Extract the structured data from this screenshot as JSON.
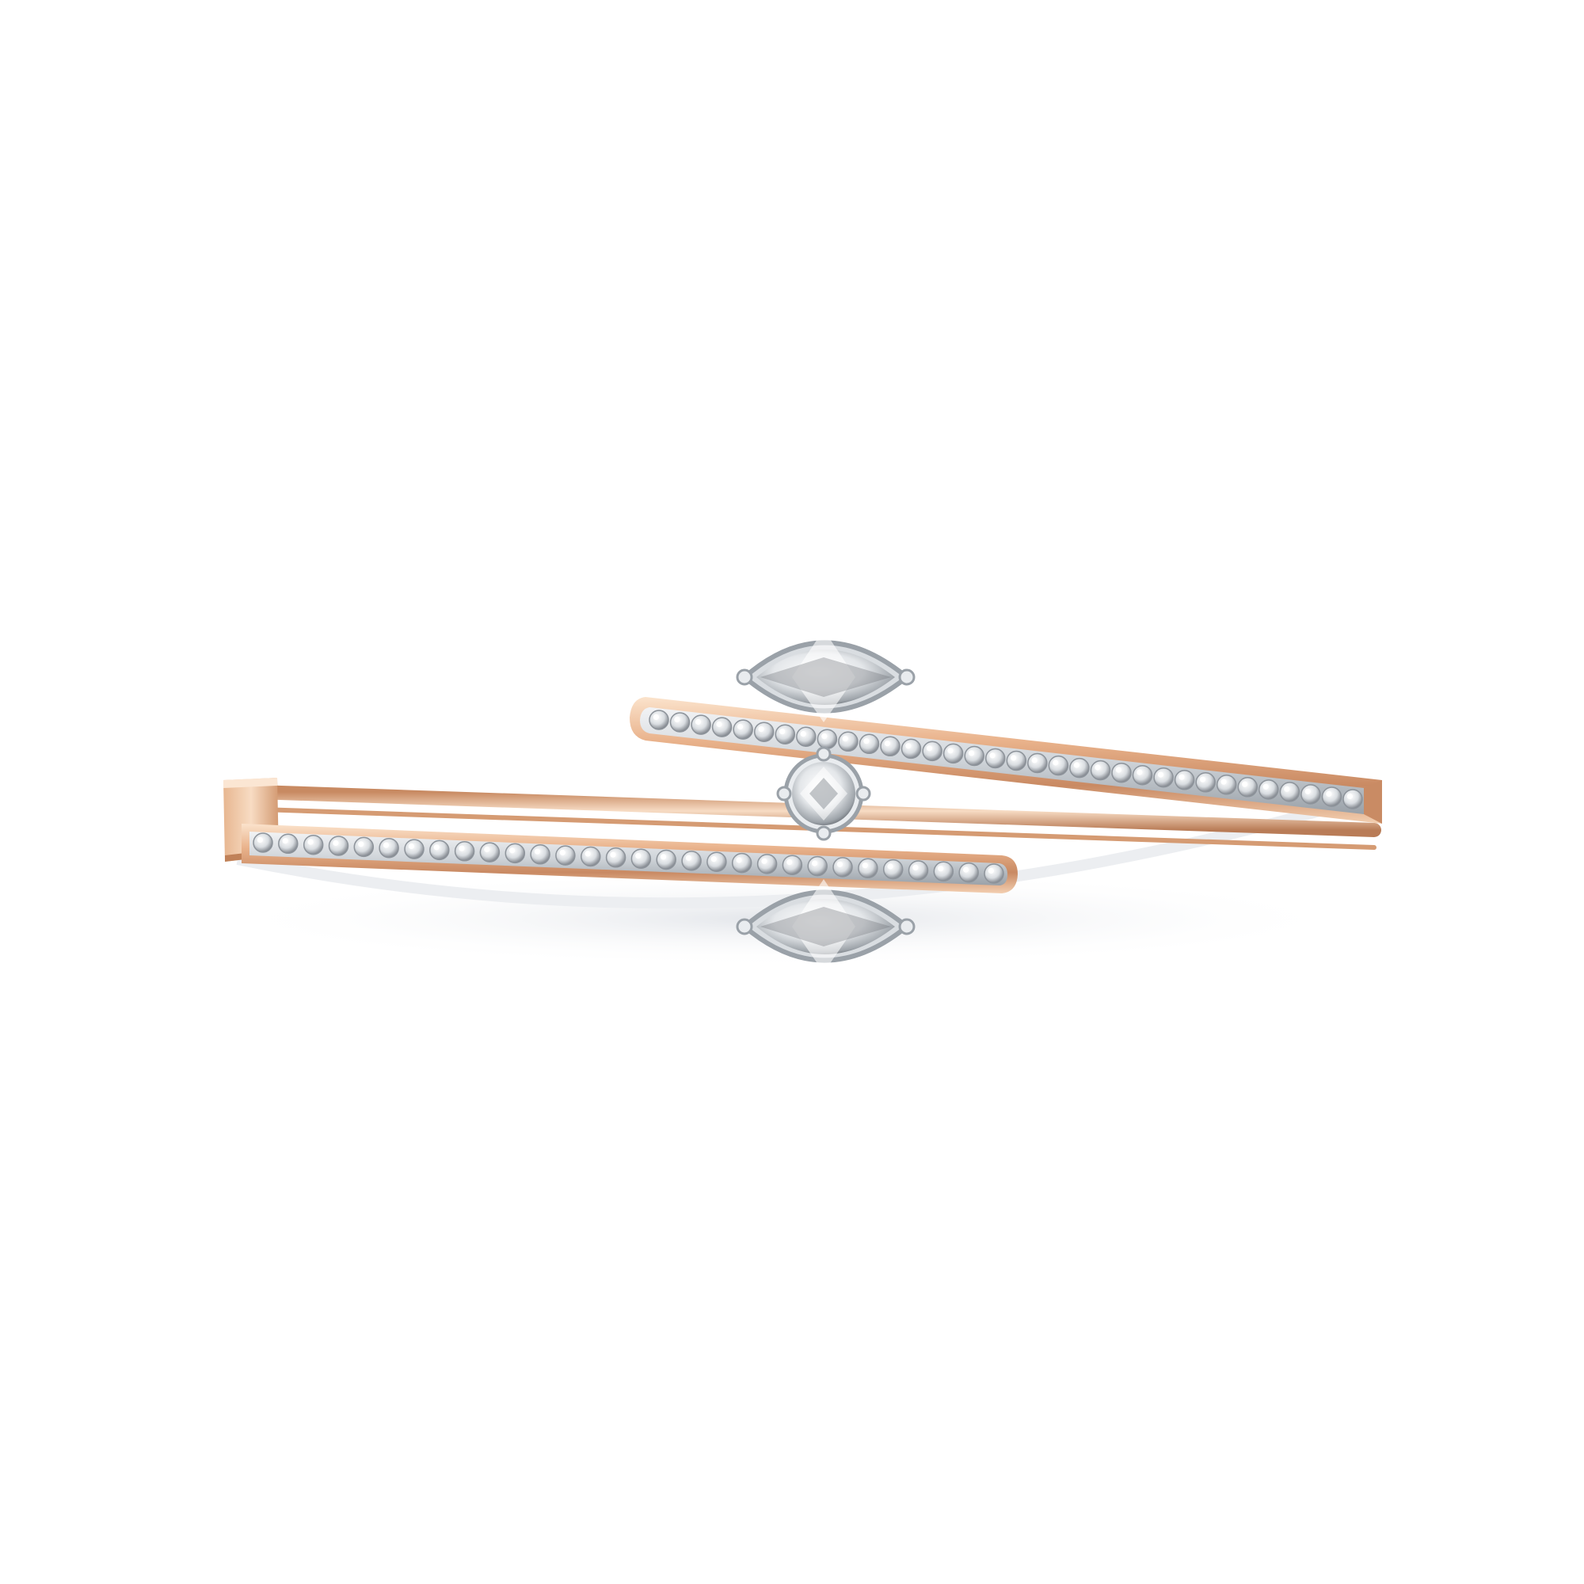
{
  "image": {
    "subject": "bracelet-icon",
    "palette": {
      "background": "#ffffff",
      "gold_light": "#f7d9bd",
      "gold_mid": "#e2aa80",
      "gold_dark": "#b87b56",
      "metal_white": "#e9ecef",
      "metal_shadow": "#9aa1a8",
      "diamond_light": "#ffffff",
      "diamond_mid": "#cfd3d8",
      "diamond_dark": "#6f7379",
      "shadow": "#e6e8ec"
    },
    "stone_counts": {
      "upper_pave": 34,
      "lower_pave": 30,
      "marquise": 2,
      "round_center": 1
    }
  }
}
